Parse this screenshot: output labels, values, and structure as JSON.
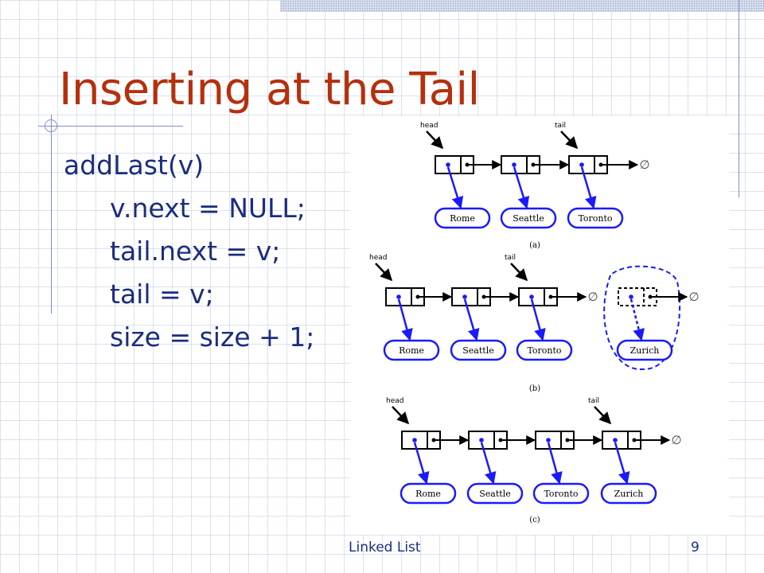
{
  "slide": {
    "title": "Inserting at the Tail",
    "code_lines": [
      {
        "text": "addLast(v)",
        "indent": false
      },
      {
        "text": "v.next = NULL;",
        "indent": true
      },
      {
        "text": "tail.next = v;",
        "indent": true
      },
      {
        "text": "tail = v;",
        "indent": true
      },
      {
        "text": "size = size + 1;",
        "indent": true
      }
    ],
    "footer": {
      "title": "Linked List",
      "page": "9"
    }
  },
  "figure": {
    "pointer_labels": {
      "head": "head",
      "tail": "tail"
    },
    "null_symbol": "∅",
    "panels": [
      {
        "label": "(a)",
        "elements": [
          "Rome",
          "Seattle",
          "Toronto"
        ],
        "tail_index": 2,
        "new_node": null
      },
      {
        "label": "(b)",
        "elements": [
          "Rome",
          "Seattle",
          "Toronto"
        ],
        "tail_index": 2,
        "new_node": "Zurich"
      },
      {
        "label": "(c)",
        "elements": [
          "Rome",
          "Seattle",
          "Toronto",
          "Zurich"
        ],
        "tail_index": 3,
        "new_node": null
      }
    ]
  },
  "colors": {
    "title": "#b5300d",
    "body_text": "#1b2d7e",
    "decor": "#7f8ec4",
    "pointer_blue": "#1a1aff"
  }
}
